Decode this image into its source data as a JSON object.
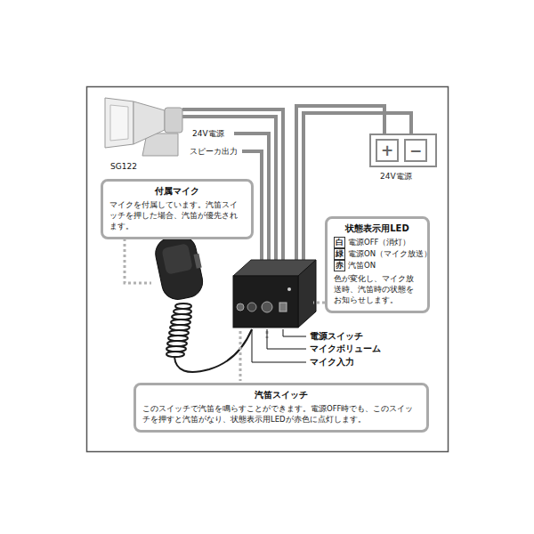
{
  "diagram": {
    "nodes": [
      {
        "text": [
          "付属マイク",
          "マイクを付属しています。汽笛スイッチを押した場合、汽笛が優先されます。"
        ]
      },
      {
        "text": [
          "状態表示用LED",
          "白",
          "電源OFF（消灯）",
          "緑",
          "電源ON（マイク放送）",
          "赤",
          "汽笛ON",
          "色が変化し、マイク放送時、汽笛時の状態をお知らせします。"
        ]
      },
      {
        "text": [
          "汽笛スイッチ",
          "このスイッチで汽笛を鳴らすことができます。電源OFF時でも、このスイッチを押すと汽笛がなり、状態表示用LEDが赤色に点灯します。"
        ]
      },
      {
        "text": [
          "24V電源"
        ]
      },
      {
        "text": [
          "+"
        ],
        "in": 3
      },
      {
        "text": [
          "−"
        ],
        "in": 3
      }
    ],
    "labels": [
      "24V電源",
      "スピーカ出力",
      "SG122",
      "電源スイッチ",
      "マイクボリューム",
      "マイク入力"
    ]
  }
}
